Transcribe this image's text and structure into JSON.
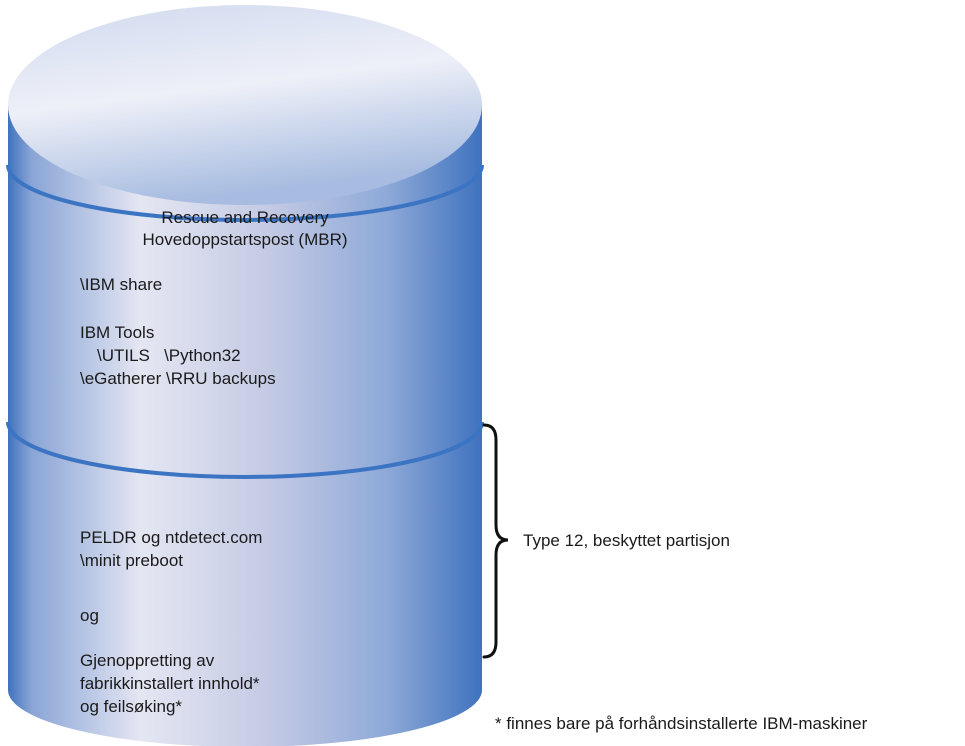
{
  "cylinder": {
    "mbr_label_line1": "Rescue and Recovery",
    "mbr_label_line2": "Hovedoppstartspost (MBR)",
    "upper_section": {
      "share": "\\IBM share",
      "tools_heading": "IBM Tools",
      "tools_line1": "\\UTILS   \\Python32",
      "tools_line2": "\\eGatherer \\RRU backups"
    },
    "lower_section": {
      "line1": "PELDR og ntdetect.com",
      "line2": "\\minit preboot",
      "line3": "og",
      "line4": "Gjenoppretting av",
      "line5": "fabrikkinstallert innhold*",
      "line6": "og feilsøking*"
    }
  },
  "partition_label": "Type 12, beskyttet partisjon",
  "footnote": "* finnes bare på forhåndsinstallerte IBM-maskiner",
  "colors": {
    "body_light": "#e4e6f2",
    "body_mid": "#a9b7da",
    "body_dark": "#3f72be",
    "top_light": "#eef0f8",
    "top_dark": "#9fb6de",
    "divider": "#3b74c2",
    "brace": "#111111"
  }
}
